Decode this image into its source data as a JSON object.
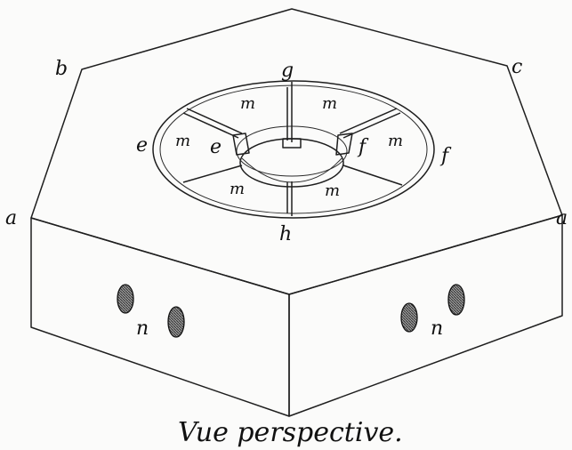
{
  "figure": {
    "caption": "Vue perspective.",
    "labels": {
      "a_left": "a",
      "a_right": "a",
      "b": "b",
      "c": "c",
      "g": "g",
      "h": "h",
      "e_outer": "e",
      "e_inner": "e",
      "f_outer": "f",
      "f_inner": "f",
      "m": "m",
      "n_left": "n",
      "n_right": "n"
    }
  }
}
